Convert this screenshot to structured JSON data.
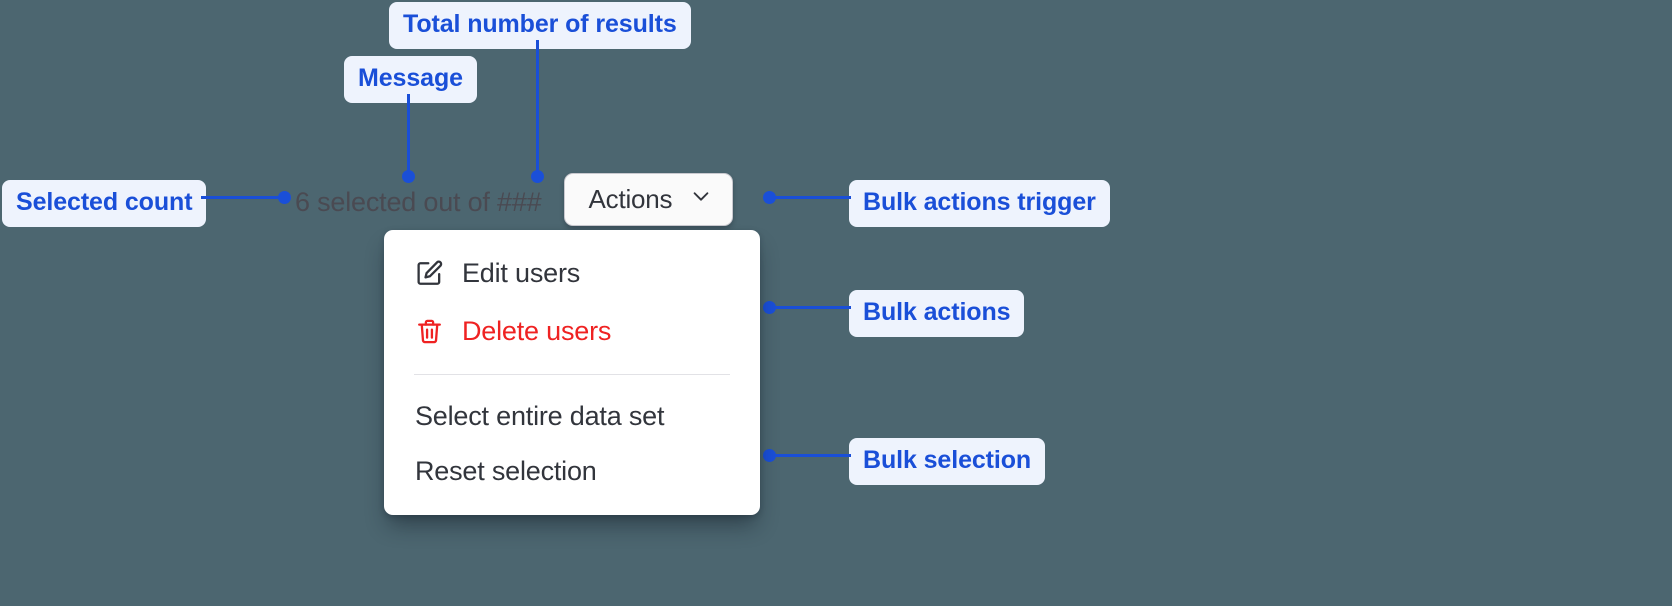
{
  "background_color": "#4c6670",
  "accent_color": "#1a4fd8",
  "callout_bg": "#eef3fd",
  "danger_color": "#ef2222",
  "annotations": {
    "total_results": "Total number of results",
    "message": "Message",
    "selected_count": "Selected count",
    "bulk_actions_trigger": "Bulk actions trigger",
    "bulk_actions": "Bulk actions",
    "bulk_selection": "Bulk selection"
  },
  "selection_bar": {
    "message_text": "6 selected out of ###",
    "selected_count_value": "6",
    "total_results_placeholder": "###",
    "actions_button_label": "Actions",
    "chevron_icon": "chevron-down-icon"
  },
  "dropdown": {
    "bulk_actions": [
      {
        "label": "Edit users",
        "icon": "edit-pencil-icon",
        "variant": "default"
      },
      {
        "label": "Delete users",
        "icon": "trash-icon",
        "variant": "danger"
      }
    ],
    "bulk_selection": [
      {
        "label": "Select entire data set",
        "icon": null,
        "variant": "default"
      },
      {
        "label": "Reset selection",
        "icon": null,
        "variant": "default"
      }
    ]
  }
}
